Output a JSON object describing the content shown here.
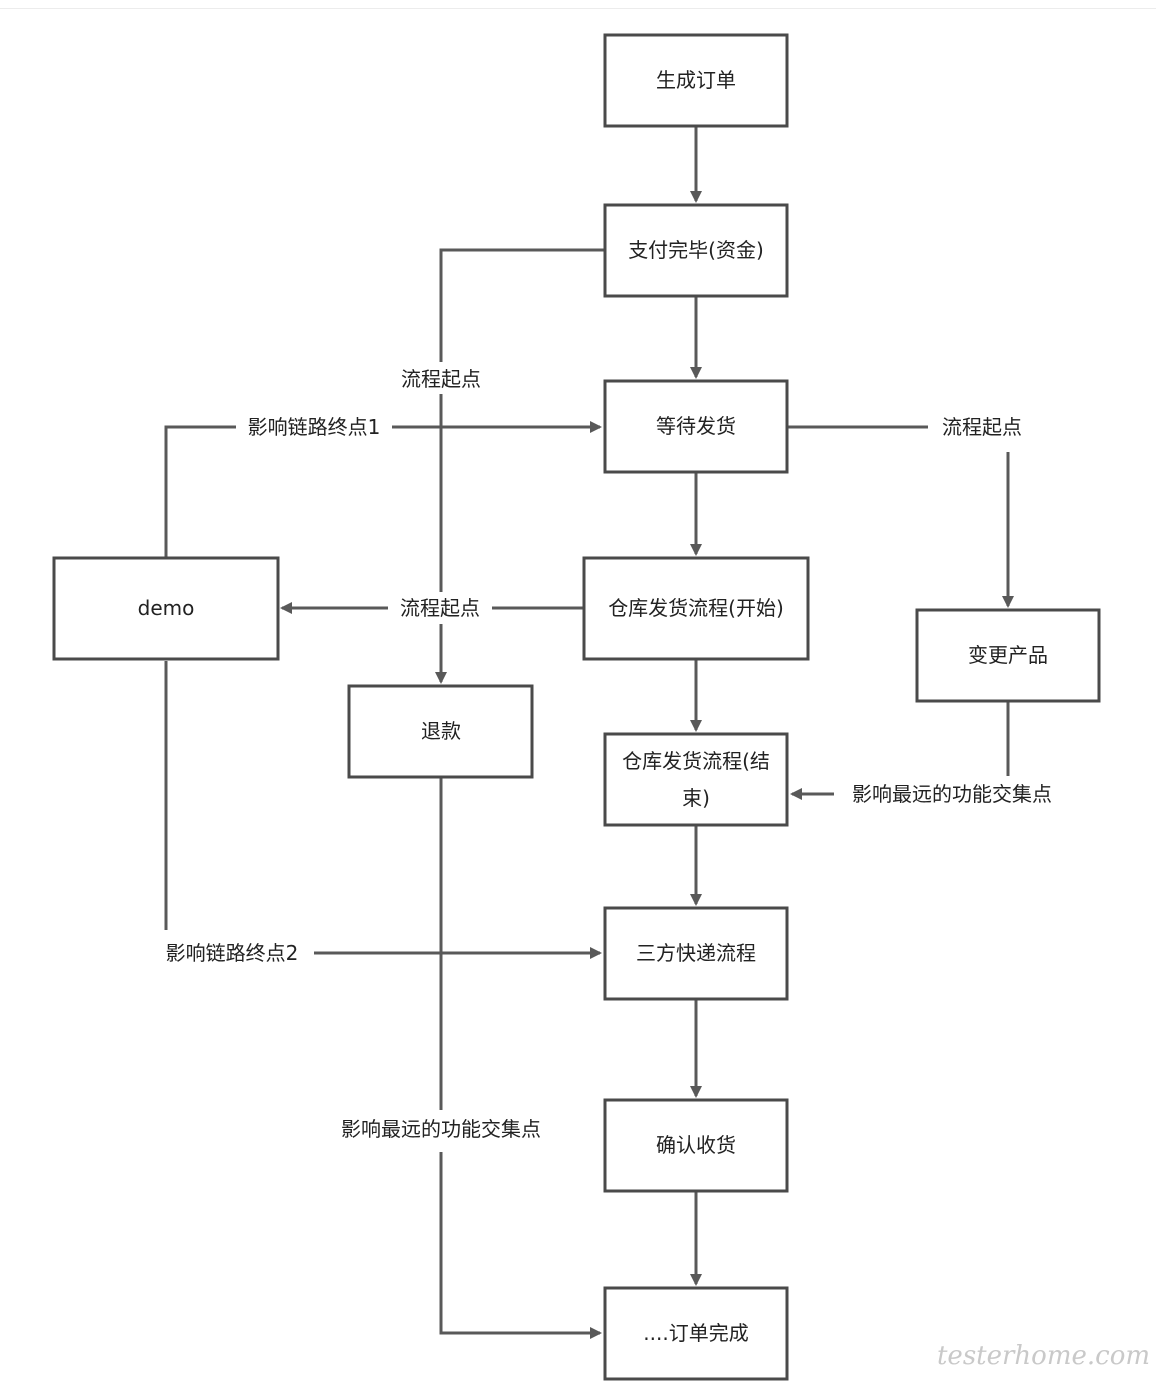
{
  "nodes": {
    "generate_order": "生成订单",
    "payment_done": "支付完毕(资金)",
    "await_shipping": "等待发货",
    "warehouse_start": "仓库发货流程(开始)",
    "warehouse_end_line1": "仓库发货流程(结",
    "warehouse_end_line2": "束)",
    "third_party_express": "三方快递流程",
    "confirm_receipt": "确认收货",
    "order_complete": "....订单完成",
    "demo": "demo",
    "refund": "退款",
    "change_product": "变更产品"
  },
  "labels": {
    "start_refund": "流程起点",
    "start_demo": "流程起点",
    "start_change": "流程起点",
    "impact_end_1": "影响链路终点1",
    "impact_end_2": "影响链路终点2",
    "farthest_right": "影响最远的功能交集点",
    "farthest_left": "影响最远的功能交集点"
  },
  "colors": {
    "line": "#595959",
    "box_border": "#4a4a4a",
    "text": "#222222"
  },
  "watermark": "testerhome.com"
}
